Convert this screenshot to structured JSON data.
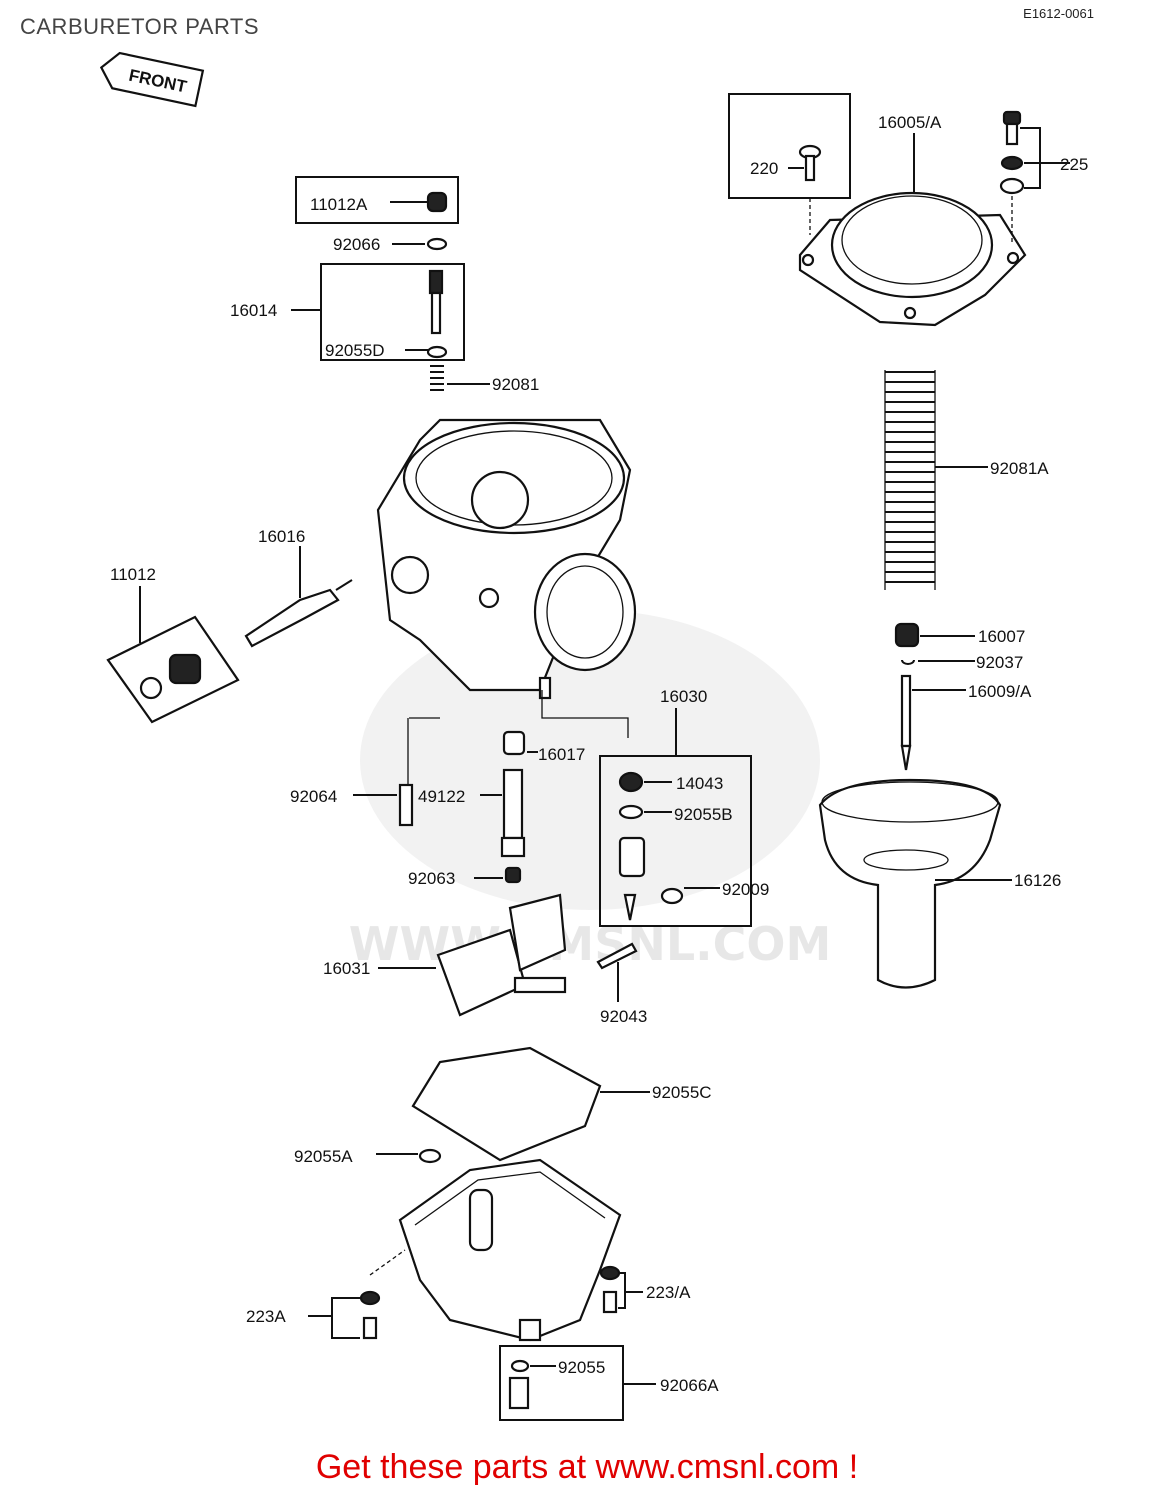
{
  "header": {
    "title": "CARBURETOR PARTS",
    "diagram_code": "E1612-0061",
    "front_arrow_label": "FRONT"
  },
  "watermark": {
    "text": "WWW.CMSNL.COM"
  },
  "part_labels": [
    {
      "id": "11012A",
      "text": "11012A"
    },
    {
      "id": "92066",
      "text": "92066"
    },
    {
      "id": "16014",
      "text": "16014"
    },
    {
      "id": "92055D",
      "text": "92055D"
    },
    {
      "id": "92081",
      "text": "92081"
    },
    {
      "id": "220",
      "text": "220"
    },
    {
      "id": "16005A",
      "text": "16005/A"
    },
    {
      "id": "225",
      "text": "225"
    },
    {
      "id": "92081A",
      "text": "92081A"
    },
    {
      "id": "16016",
      "text": "16016"
    },
    {
      "id": "11012",
      "text": "11012"
    },
    {
      "id": "16007",
      "text": "16007"
    },
    {
      "id": "92037",
      "text": "92037"
    },
    {
      "id": "16009A",
      "text": "16009/A"
    },
    {
      "id": "16030",
      "text": "16030"
    },
    {
      "id": "16017",
      "text": "16017"
    },
    {
      "id": "14043",
      "text": "14043"
    },
    {
      "id": "92064",
      "text": "92064"
    },
    {
      "id": "49122",
      "text": "49122"
    },
    {
      "id": "92055B",
      "text": "92055B"
    },
    {
      "id": "92063",
      "text": "92063"
    },
    {
      "id": "92009",
      "text": "92009"
    },
    {
      "id": "16126",
      "text": "16126"
    },
    {
      "id": "16031",
      "text": "16031"
    },
    {
      "id": "92043",
      "text": "92043"
    },
    {
      "id": "92055C",
      "text": "92055C"
    },
    {
      "id": "92055A",
      "text": "92055A"
    },
    {
      "id": "223A_right",
      "text": "223/A"
    },
    {
      "id": "223A_left",
      "text": "223A"
    },
    {
      "id": "92055",
      "text": "92055"
    },
    {
      "id": "92066A",
      "text": "92066A"
    }
  ],
  "footer": {
    "banner": "Get these parts at www.cmsnl.com !"
  }
}
